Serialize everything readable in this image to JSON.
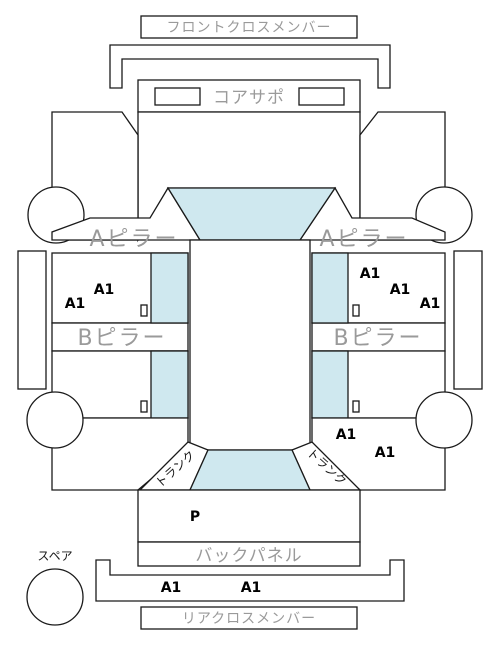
{
  "parts": {
    "front_cross_member": "フロントクロスメンバー",
    "core_support": "コアサポ",
    "a_pillar_left": "Aピラー",
    "a_pillar_right": "Aピラー",
    "b_pillar_left": "Bピラー",
    "b_pillar_right": "Bピラー",
    "trunk_left": "トランク",
    "trunk_right": "トランク",
    "back_panel": "バックパネル",
    "spare": "スペア",
    "rear_cross_member": "リアクロスメンバー"
  },
  "marks": {
    "front_left_door_1": "A1",
    "front_left_door_2": "A1",
    "front_right_door_1": "A1",
    "front_right_door_2": "A1",
    "front_right_door_3": "A1",
    "rear_right_quarter_1": "A1",
    "rear_right_quarter_2": "A1",
    "trunk_lid": "P",
    "rear_member_1": "A1",
    "rear_member_2": "A1"
  }
}
